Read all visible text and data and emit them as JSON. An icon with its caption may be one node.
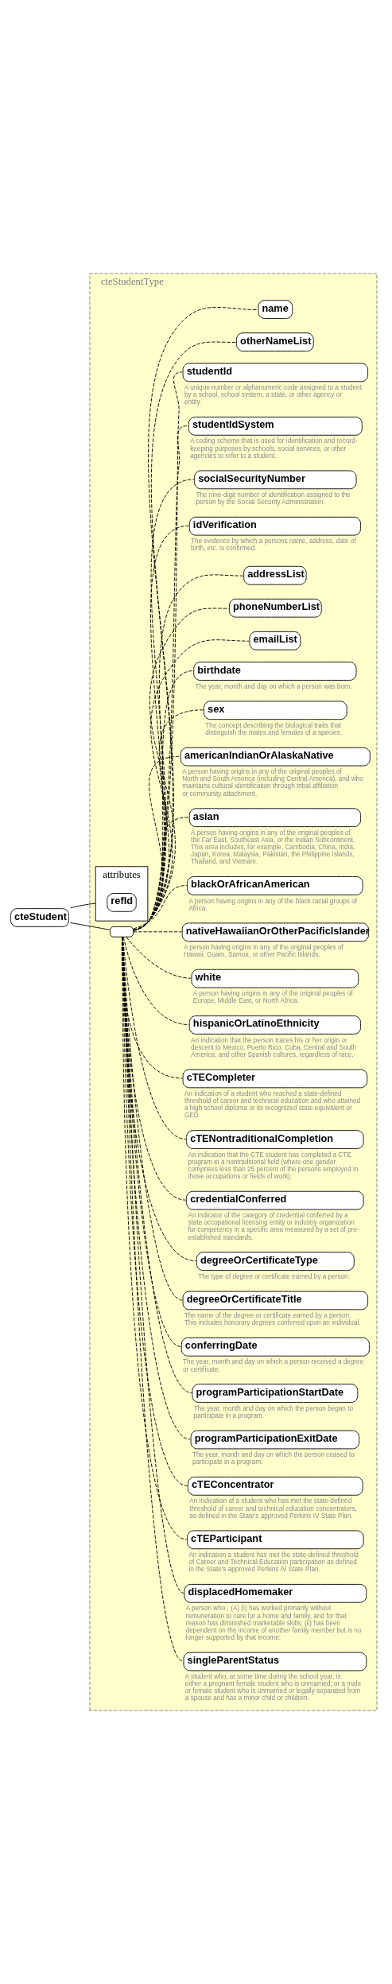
{
  "diagram": {
    "nodes": [
      {
        "text": [
          "cteStudent"
        ]
      },
      {
        "text": [
          "cteStudentType"
        ]
      },
      {
        "text": [
          "attributes"
        ],
        "in": 1
      },
      {
        "text": [
          "refId"
        ],
        "in": 2
      },
      {
        "text": [],
        "shape": "box",
        "in": 1
      },
      {
        "text": [
          "name"
        ],
        "in": 1
      },
      {
        "text": [
          "otherNameList"
        ],
        "in": 1
      },
      {
        "text": [
          "studentId"
        ],
        "in": 1,
        "beside": [
          "A unique number or alphanumeric code assigned to a student by a school, school system, a state, or other agency or entity."
        ]
      },
      {
        "text": [
          "studentIdSystem"
        ],
        "in": 1,
        "beside": [
          "A coding scheme that is used for identification and record-keeping purposes by schools, social services, or other agencies to refer to a student."
        ]
      },
      {
        "text": [
          "socialSecurityNumber"
        ],
        "in": 1,
        "beside": [
          "The nine-digit number of identification assigned to the person by the Social Security Administration."
        ]
      },
      {
        "text": [
          "idVerification"
        ],
        "in": 1,
        "beside": [
          "The evidence by which a persons name, address, date of birth, etc. is confirmed."
        ]
      },
      {
        "text": [
          "addressList"
        ],
        "in": 1
      },
      {
        "text": [
          "phoneNumberList"
        ],
        "in": 1
      },
      {
        "text": [
          "emailList"
        ],
        "in": 1
      },
      {
        "text": [
          "birthdate"
        ],
        "in": 1,
        "beside": [
          "The year, month and day on which a person was born."
        ]
      },
      {
        "text": [
          "sex"
        ],
        "in": 1,
        "beside": [
          "The concept describing the biological traits that distinguish the males and females of a species."
        ]
      },
      {
        "text": [
          "americanIndianOrAlaskaNative"
        ],
        "in": 1,
        "beside": [
          "A person having origins in any of the original peoples of North and South America (including Central America), and who maintains cultural identification through tribal affiliation or community attachment."
        ]
      },
      {
        "text": [
          "asian"
        ],
        "in": 1,
        "beside": [
          "A person having origins in any of the original peoples of the Far East, Southeast Asia, or the Indian Subcontinent. This area includes, for example, Cambodia, China, India, Japan, Korea, Malaysia, Pakistan, the Philippine Islands, Thailand, and Vietnam."
        ]
      },
      {
        "text": [
          "blackOrAfricanAmerican"
        ],
        "in": 1,
        "beside": [
          "A person having origins in any of the black racial groups of Africa."
        ]
      },
      {
        "text": [
          "nativeHawaiianOrOtherPacificIslander"
        ],
        "in": 1,
        "beside": [
          "A person having origins in any of the original peoples of Hawaii, Guam, Samoa, or other Pacific Islands."
        ]
      },
      {
        "text": [
          "white"
        ],
        "in": 1,
        "beside": [
          "A person having origins in any of the original peoples of Europe, Middle East, or North Africa."
        ]
      },
      {
        "text": [
          "hispanicOrLatinoEthnicity"
        ],
        "in": 1,
        "beside": [
          "An indication that the person traces his or her origin or descent to Mexico, Puerto Rico, Cuba, Central and South America, and other Spanish cultures, regardless of race."
        ]
      },
      {
        "text": [
          "cTECompleter"
        ],
        "in": 1,
        "beside": [
          "An indication of a student who reached a state-defined threshold of career and technical education and who attained a high school diploma or its recognized state equivalent or GED."
        ]
      },
      {
        "text": [
          "cTENontraditionalCompletion"
        ],
        "in": 1,
        "beside": [
          "An indication that the CTE student has completed a CTE program in a nontraditional field (where one gender comprises less than 25 percent of the persons employed in those occupations or fields of work)."
        ]
      },
      {
        "text": [
          "credentialConferred"
        ],
        "in": 1,
        "beside": [
          "An indicator of the category of credential conferred by a state occupational licensing entity or industry organization for competency in a specific area measured by a set of pre-established standards."
        ]
      },
      {
        "text": [
          "degreeOrCertificateType"
        ],
        "in": 1,
        "beside": [
          "The type of degree or certificate earned by a person."
        ]
      },
      {
        "text": [
          "degreeOrCertificateTitle"
        ],
        "in": 1,
        "beside": [
          "The name of the degree or certificate earned by a person. This includes honorary degrees conferred upon an individual."
        ]
      },
      {
        "text": [
          "conferringDate"
        ],
        "in": 1,
        "beside": [
          "The year, month and day on which a person received a degree or certificate."
        ]
      },
      {
        "text": [
          "programParticipationStartDate"
        ],
        "in": 1,
        "beside": [
          "The year, month and day on which the person began to participate in a program."
        ]
      },
      {
        "text": [
          "programParticipationExitDate"
        ],
        "in": 1,
        "beside": [
          "The year, month and day on which the person ceased to participate in a program."
        ]
      },
      {
        "text": [
          "cTEConcentrator"
        ],
        "in": 1,
        "beside": [
          "An indication of a student who has met the state-defined threshold of career and technical education concentrators, as defined in the State's approved Perkins IV State Plan."
        ]
      },
      {
        "text": [
          "cTEParticipant"
        ],
        "in": 1,
        "beside": [
          "An indication a student has met the state-defined threshold of Career and Technical Education participation as defined in the State's approved Perkins IV State Plan."
        ]
      },
      {
        "text": [
          "displacedHomemaker"
        ],
        "in": 1,
        "beside": [
          "A person who ; (A) (i) has worked primarily without remuneration to care for a home and family, and for that reason has diminished marketable skills; (ii) has been dependent on the income of another family member but is no longer supported by that income;"
        ]
      },
      {
        "text": [
          "singleParentStatus"
        ],
        "in": 1,
        "beside": [
          "A student who, at some time during the school year, is either a pregnant female student who is unmarried; or a male or female student who is unmarried or legally separated from a spouse and has a minor child or children."
        ]
      }
    ],
    "edges": [
      {
        "from": 0,
        "to": 2,
        "arrow": "none"
      },
      {
        "from": 0,
        "to": 4,
        "arrow": "none"
      },
      {
        "from": 4,
        "to": 5,
        "arrow": "none",
        "style": "dashed"
      },
      {
        "from": 4,
        "to": 6,
        "arrow": "none",
        "style": "dashed"
      },
      {
        "from": 4,
        "to": 7,
        "arrow": "none",
        "style": "dashed"
      },
      {
        "from": 4,
        "to": 8,
        "arrow": "none",
        "style": "dashed"
      },
      {
        "from": 4,
        "to": 9,
        "arrow": "none",
        "style": "dashed"
      },
      {
        "from": 4,
        "to": 10,
        "arrow": "none",
        "style": "dashed"
      },
      {
        "from": 4,
        "to": 11,
        "arrow": "none",
        "style": "dashed"
      },
      {
        "from": 4,
        "to": 12,
        "arrow": "none",
        "style": "dashed"
      },
      {
        "from": 4,
        "to": 13,
        "arrow": "none",
        "style": "dashed"
      },
      {
        "from": 4,
        "to": 14,
        "arrow": "none",
        "style": "dashed"
      },
      {
        "from": 4,
        "to": 15,
        "arrow": "none",
        "style": "dashed"
      },
      {
        "from": 4,
        "to": 16,
        "arrow": "none",
        "style": "dashed"
      },
      {
        "from": 4,
        "to": 17,
        "arrow": "none",
        "style": "dashed"
      },
      {
        "from": 4,
        "to": 18,
        "arrow": "none",
        "style": "dashed"
      },
      {
        "from": 4,
        "to": 19,
        "arrow": "none",
        "style": "dashed"
      },
      {
        "from": 4,
        "to": 20,
        "arrow": "none",
        "style": "dashed"
      },
      {
        "from": 4,
        "to": 21,
        "arrow": "none",
        "style": "dashed"
      },
      {
        "from": 4,
        "to": 22,
        "arrow": "none",
        "style": "dashed"
      },
      {
        "from": 4,
        "to": 23,
        "arrow": "none",
        "style": "dashed"
      },
      {
        "from": 4,
        "to": 24,
        "arrow": "none",
        "style": "dashed"
      },
      {
        "from": 4,
        "to": 25,
        "arrow": "none",
        "style": "dashed"
      },
      {
        "from": 4,
        "to": 26,
        "arrow": "none",
        "style": "dashed"
      },
      {
        "from": 4,
        "to": 27,
        "arrow": "none",
        "style": "dashed"
      },
      {
        "from": 4,
        "to": 28,
        "arrow": "none",
        "style": "dashed"
      },
      {
        "from": 4,
        "to": 29,
        "arrow": "none",
        "style": "dashed"
      },
      {
        "from": 4,
        "to": 30,
        "arrow": "none",
        "style": "dashed"
      },
      {
        "from": 4,
        "to": 31,
        "arrow": "none",
        "style": "dashed"
      },
      {
        "from": 4,
        "to": 32,
        "arrow": "none",
        "style": "dashed"
      },
      {
        "from": 4,
        "to": 33,
        "arrow": "none",
        "style": "dashed"
      }
    ]
  }
}
